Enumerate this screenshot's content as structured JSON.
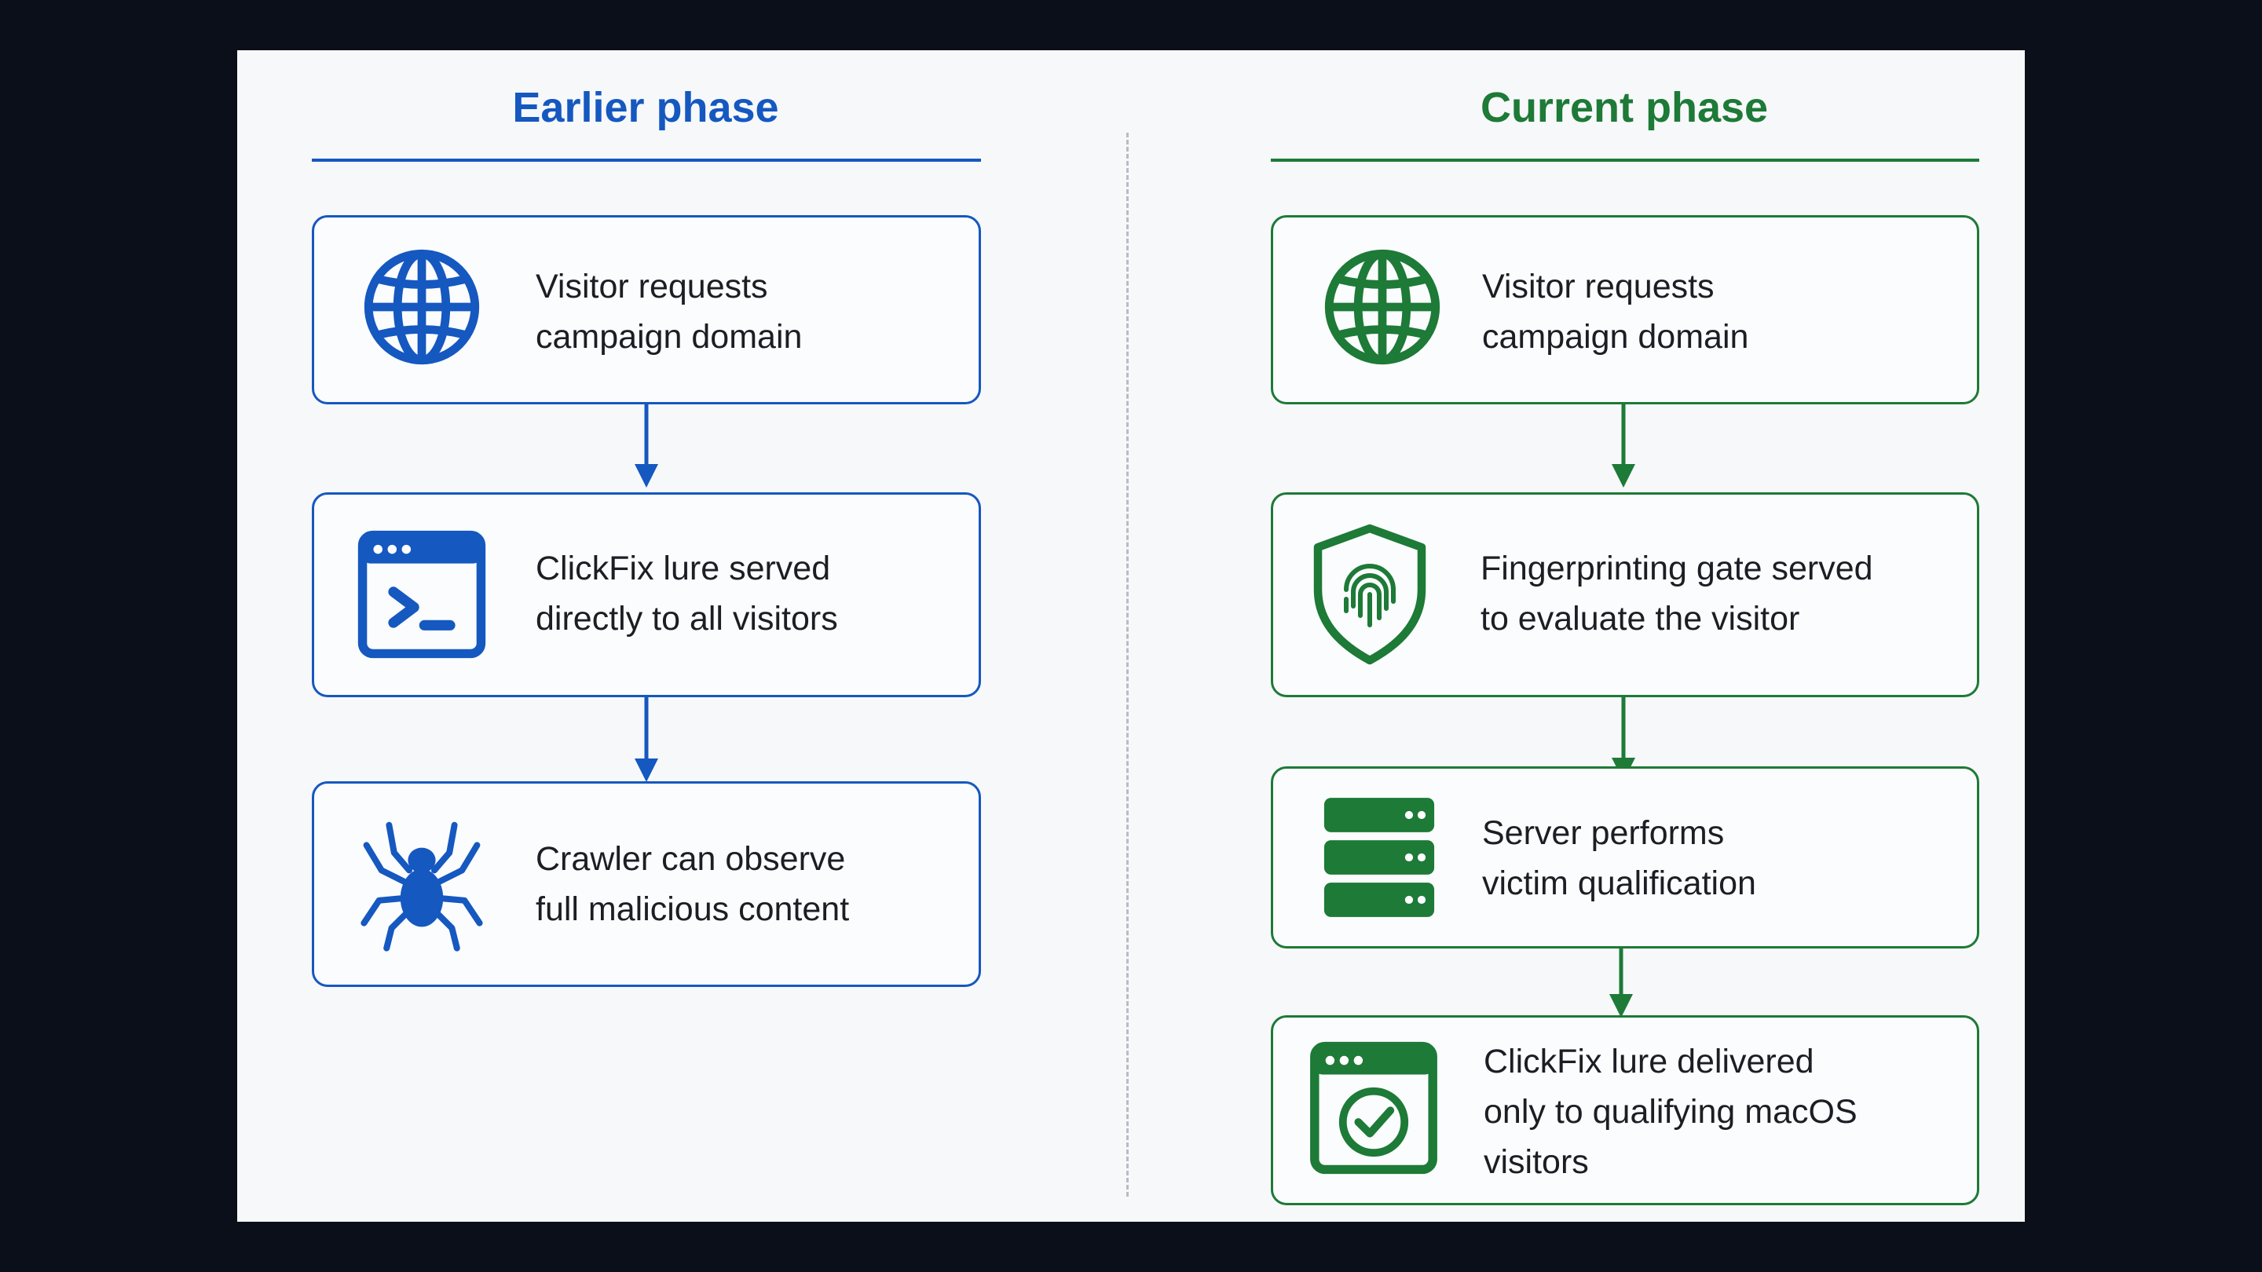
{
  "colors": {
    "earlier": "#1558c0",
    "current": "#1d7a37",
    "text": "#1b1e24"
  },
  "earlier": {
    "title": "Earlier phase",
    "steps": [
      {
        "icon": "globe-icon",
        "text": "Visitor requests\ncampaign domain"
      },
      {
        "icon": "terminal-window-icon",
        "text": "ClickFix lure served\ndirectly to all visitors"
      },
      {
        "icon": "spider-icon",
        "text": "Crawler can observe\nfull malicious content"
      }
    ]
  },
  "current": {
    "title": "Current phase",
    "steps": [
      {
        "icon": "globe-icon",
        "text": "Visitor requests\ncampaign domain"
      },
      {
        "icon": "fingerprint-shield-icon",
        "text": "Fingerprinting gate served\nto evaluate the visitor"
      },
      {
        "icon": "server-icon",
        "text": "Server performs\nvictim qualification"
      },
      {
        "icon": "browser-check-icon",
        "text": "ClickFix lure delivered\nonly to qualifying macOS\nvisitors"
      }
    ]
  }
}
